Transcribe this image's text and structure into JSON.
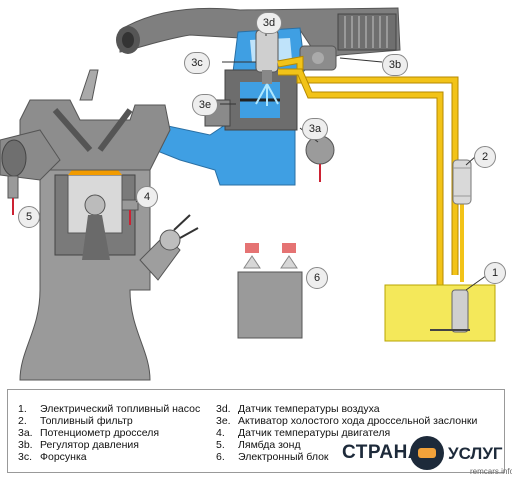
{
  "callouts": {
    "c1": "1",
    "c2": "2",
    "c3a": "3a",
    "c3b": "3b",
    "c3c": "3c",
    "c3d": "3d",
    "c3e": "3e",
    "c4": "4",
    "c5": "5",
    "c6": "6"
  },
  "legend": {
    "left": [
      {
        "num": "1.",
        "text": "Электрический топливный насос"
      },
      {
        "num": "2.",
        "text": "Топливный фильтр"
      },
      {
        "num": "3a.",
        "text": "Потенциометр дросселя"
      },
      {
        "num": "3b.",
        "text": "Регулятор давления"
      },
      {
        "num": "3c.",
        "text": "Форсунка"
      }
    ],
    "right": [
      {
        "num": "3d.",
        "text": "Датчик температуры воздуха"
      },
      {
        "num": "3e.",
        "text": "Активатор холостого хода дроссельной заслонки"
      },
      {
        "num": "4.",
        "text": "Датчик температуры двигателя"
      },
      {
        "num": "5.",
        "text": "Лямбда зонд"
      },
      {
        "num": "6.",
        "text": "Электронный блок"
      }
    ]
  },
  "watermark": {
    "left": "СТРАНА",
    "right": "УСЛУГ",
    "site": "remcars.info"
  },
  "colors": {
    "intake_blue": "#3f9fe3",
    "fuel_yellow": "#f2c318",
    "engine_gray": "#9a9a9a",
    "exhaust_gray": "#7a7a7a"
  }
}
